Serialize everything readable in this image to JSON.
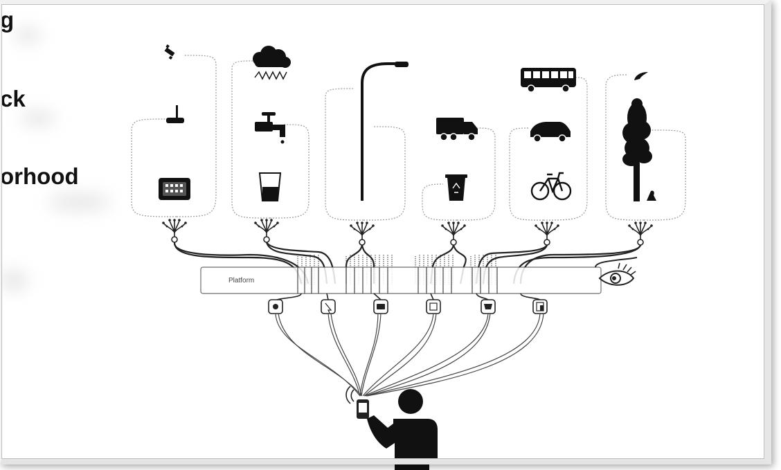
{
  "left_labels": [
    "g",
    "ck",
    "orhood"
  ],
  "platform_label": "Platform",
  "colors": {
    "ink": "#111111",
    "wire": "#222222",
    "dotted": "#9a9a9a",
    "frame": "#e5e5e5"
  },
  "icons": [
    "satellite-icon",
    "router-icon",
    "meter-panel-icon",
    "rain-cloud-icon",
    "water-tap-icon",
    "water-glass-icon",
    "street-lamp-icon",
    "truck-icon",
    "recycle-bin-icon",
    "bus-icon",
    "car-icon",
    "bicycle-icon",
    "bird-icon",
    "tree-icon",
    "small-bird-icon",
    "eye-icon",
    "person-icon",
    "phone-icon"
  ]
}
